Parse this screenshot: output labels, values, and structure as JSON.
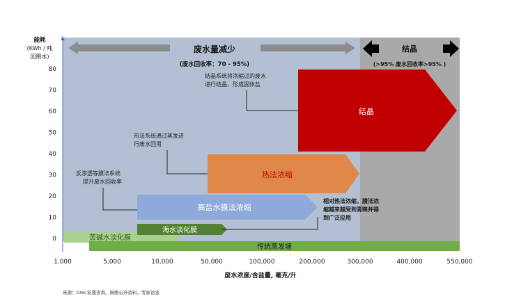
{
  "y_axis": {
    "title_lines": [
      "能耗",
      "(KWh / 吨",
      "回用水)"
    ],
    "ticks": [
      "80",
      "70",
      "60",
      "50",
      "40",
      "30",
      "20",
      "10",
      "0"
    ]
  },
  "x_axis": {
    "title": "废水浓度/含盐量, 毫克/升",
    "ticks": [
      "1,000",
      "5,000",
      "10,000",
      "50,000",
      "100,000",
      "200,000",
      "300,000",
      "400,000",
      "550,000"
    ]
  },
  "regions": {
    "reduction": {
      "title": "废水量减少",
      "subtitle": "(废水回收率：70 - 95%)"
    },
    "crystallization": {
      "title": "结晶",
      "subtitle": "(>95% 废水回收率>95% )"
    }
  },
  "processes": {
    "crystal": {
      "label": "结晶"
    },
    "thermal": {
      "label": "热法浓缩"
    },
    "membrane": {
      "label": "高盐水膜法浓缩"
    },
    "desal": {
      "label": "海水淡化膜"
    },
    "brackish": {
      "label": "苦碱水淡化膜"
    },
    "evap": {
      "label": "传统蒸发塘"
    }
  },
  "annotations": {
    "crystal_note": [
      "结晶系统将浓缩过的废水",
      "进行结晶、形成固体盐"
    ],
    "thermal_note": [
      "热法系统通过蒸发进",
      "行废水回用"
    ],
    "membrane_note": [
      "反渗透等膜法系统",
      "提升废水回收率"
    ],
    "right_note": [
      "相对热法浓缩，膜法浓",
      "缩越来越受到青睐并得",
      "到广泛应用"
    ]
  },
  "source": "来源：GWI,安晟咨询、网络公开资料，专家访谈",
  "colors": {
    "reduction_bg": "#b3c0d3",
    "crystal_bg": "#a9a9a9",
    "crystal": "#c00000",
    "thermal": "#e0884a",
    "membrane": "#8eaadb",
    "desal": "#548235",
    "brackish": "#a9d18e",
    "evap": "#70ad47"
  }
}
